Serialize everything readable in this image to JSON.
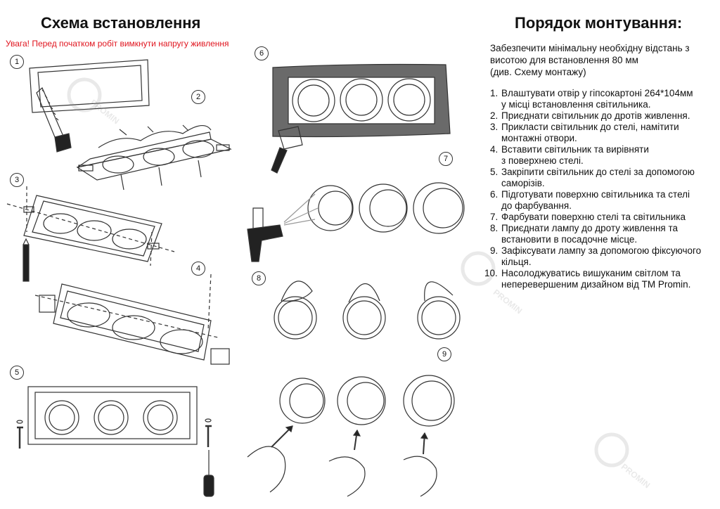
{
  "left": {
    "title": "Схема встановлення",
    "warning": "Увага! Перед початком робіт вимкнути напругу живлення",
    "figures": [
      "1",
      "2",
      "3",
      "4",
      "5",
      "6",
      "7",
      "8",
      "9"
    ]
  },
  "right": {
    "title": "Порядок монтування:",
    "intro": [
      "Забезпечити мінімальну необхідну відстань з",
      "висотою для встановлення 80 мм",
      "(див. Схему монтажу)"
    ],
    "steps": [
      {
        "num": "1.",
        "line1": "Влаштувати отвір у гіпсокартоні 264*104мм",
        "line2": "у місці встановлення світильника."
      },
      {
        "num": "2.",
        "line1": "Приєднати світильник до дротів живлення.",
        "line2": ""
      },
      {
        "num": "3.",
        "line1": "Прикласти світильник до стелі, намітити",
        "line2": "монтажні отвори."
      },
      {
        "num": "4.",
        "line1": "Вставити світильник та вирівняти",
        "line2": "з поверхнею стелі."
      },
      {
        "num": "5.",
        "line1": "Закріпити світильник до стелі за допомогою",
        "line2": "саморізів."
      },
      {
        "num": "6.",
        "line1": "Підготувати поверхню світильника та стелі",
        "line2": "до фарбування."
      },
      {
        "num": "7.",
        "line1": "Фарбувати поверхню стелі та світильника",
        "line2": ""
      },
      {
        "num": "8.",
        "line1": "Приєднати лампу до дроту живлення та",
        "line2": "встановити в посадочне місце."
      },
      {
        "num": "9.",
        "line1": "Зафіксувати лампу за допомогою фіксуючого",
        "line2": "кільця."
      },
      {
        "num": "10.",
        "line1": "Насолоджуватись вишуканим світлом та",
        "line2": "неперевершеним дизайном від ТМ Promin."
      }
    ]
  },
  "watermark": {
    "text": "PROMIN"
  }
}
